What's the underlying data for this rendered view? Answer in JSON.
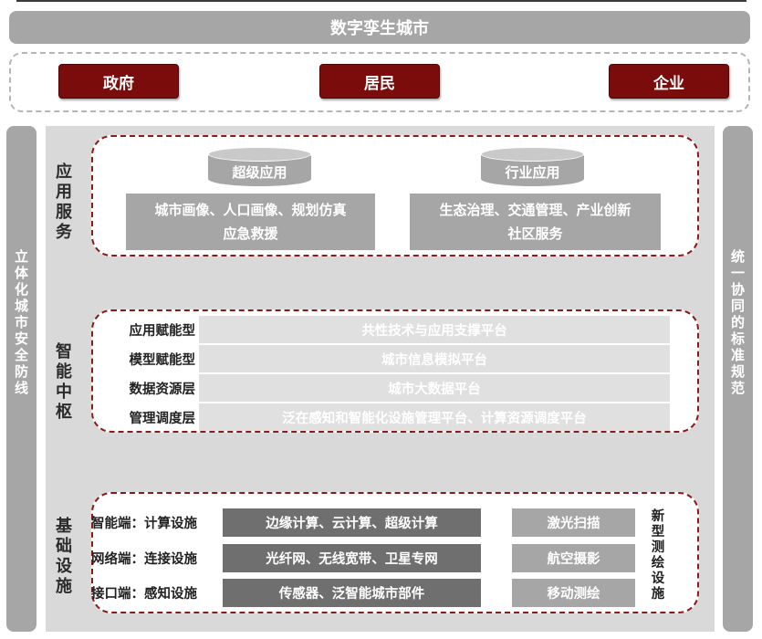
{
  "title": "数字孪生城市",
  "stakeholders": [
    "政府",
    "居民",
    "企业"
  ],
  "left_sidebar": "立体化城市安全防线",
  "right_sidebar": "统一协同的标准规范",
  "layers": {
    "app": {
      "label": "应用服务",
      "cylinders": [
        "超级应用",
        "行业应用"
      ],
      "boxes": [
        {
          "line1": "城市画像、人口画像、规划仿真",
          "line2": "应急救援"
        },
        {
          "line1": "生态治理、交通管理、产业创新",
          "line2": "社区服务"
        }
      ]
    },
    "middle": {
      "label": "智能中枢",
      "rows": [
        {
          "label": "应用赋能型",
          "bar": "共性技术与应用支撑平台"
        },
        {
          "label": "模型赋能型",
          "bar": "城市信息模拟平台"
        },
        {
          "label": "数据资源层",
          "bar": "城市大数据平台"
        },
        {
          "label": "管理调度层",
          "bar": "泛在感知和智能化设施管理平台、计算资源调度平台"
        }
      ]
    },
    "infra": {
      "label": "基础设施",
      "rows": [
        {
          "label": "智能端：计算设施",
          "bar": "边缘计算、云计算、超级计算",
          "survey": "激光扫描"
        },
        {
          "label": "网络端：连接设施",
          "bar": "光纤网、无线宽带、卫星专网",
          "survey": "航空摄影"
        },
        {
          "label": "接口端：感知设施",
          "bar": "传感器、泛智能城市部件",
          "survey": "移动测绘"
        }
      ],
      "survey_label": "新型测绘设施"
    }
  }
}
